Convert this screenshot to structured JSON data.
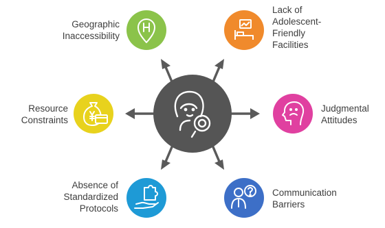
{
  "diagram": {
    "items": [
      {
        "lines": [
          "Geographic",
          "Inaccessibility"
        ],
        "icon": "hospital-pin-icon",
        "color": "#8bc34a"
      },
      {
        "lines": [
          "Lack of",
          "Adolescent-",
          "Friendly",
          "Facilities"
        ],
        "icon": "bed-room-icon",
        "color": "#f08a2c"
      },
      {
        "lines": [
          "Judgmental",
          "Attitudes"
        ],
        "icon": "sad-face-head-icon",
        "color": "#e040a0"
      },
      {
        "lines": [
          "Communication",
          "Barriers"
        ],
        "icon": "person-question-icon",
        "color": "#3d6fc7"
      },
      {
        "lines": [
          "Absence of",
          "Standardized",
          "Protocols"
        ],
        "icon": "hand-puzzle-icon",
        "color": "#1e9ad6"
      },
      {
        "lines": [
          "Resource",
          "Constraints"
        ],
        "icon": "money-bag-card-icon",
        "color": "#e8d21d"
      }
    ],
    "center": {
      "icon": "mother-baby-icon",
      "color": "#555555"
    }
  }
}
